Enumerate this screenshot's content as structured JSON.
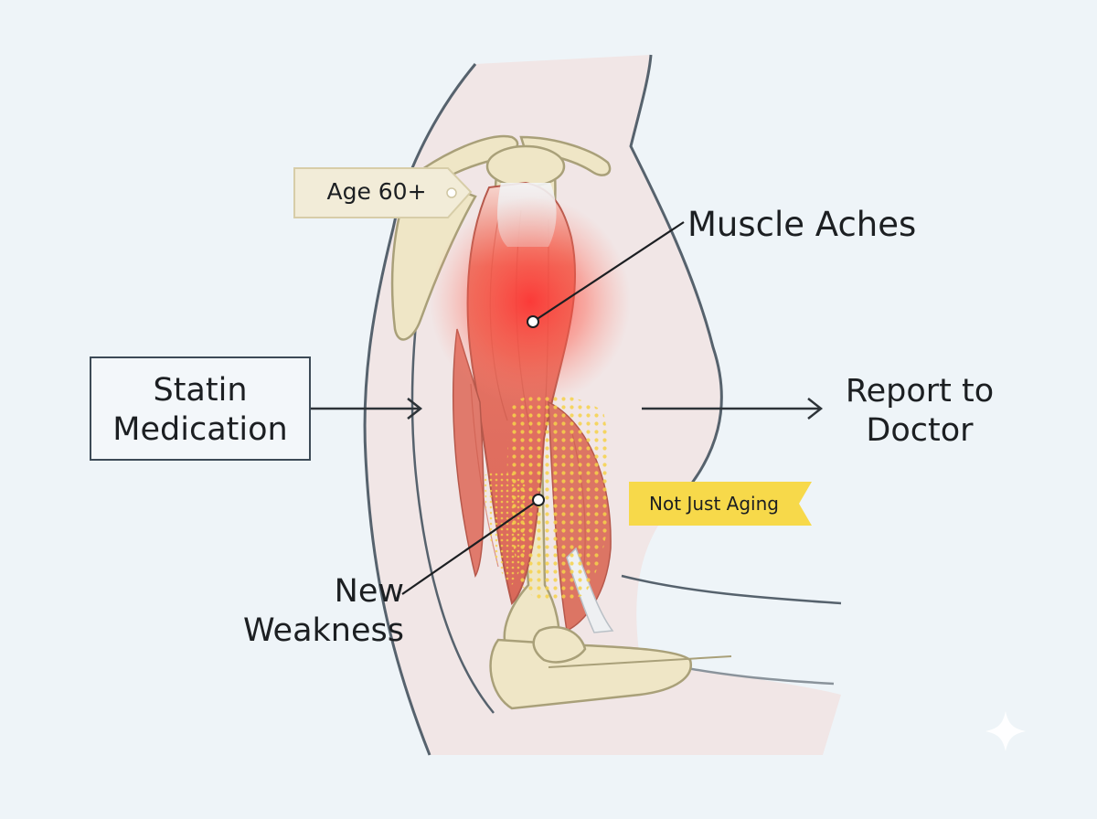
{
  "labels": {
    "age_tag": "Age 60+",
    "muscle_aches": "Muscle Aches",
    "statin_line1": "Statin",
    "statin_line2": "Medication",
    "report_line1": "Report to",
    "report_line2": "Doctor",
    "not_just_aging": "Not Just Aging",
    "weakness_line1": "New",
    "weakness_line2": "Weakness"
  },
  "colors": {
    "background": "#eef4f8",
    "skin": "#f1e6e6",
    "bone": "#efe6c6",
    "muscle_red": "#e26b5c",
    "ache_glow": "#ff3b3b",
    "weakness_dots": "#f3d24a",
    "tag_fill": "#f2ecd8",
    "banner_yellow": "#f7d94a",
    "outline": "#3c4a56"
  },
  "icons": [
    "sparkle-icon"
  ]
}
